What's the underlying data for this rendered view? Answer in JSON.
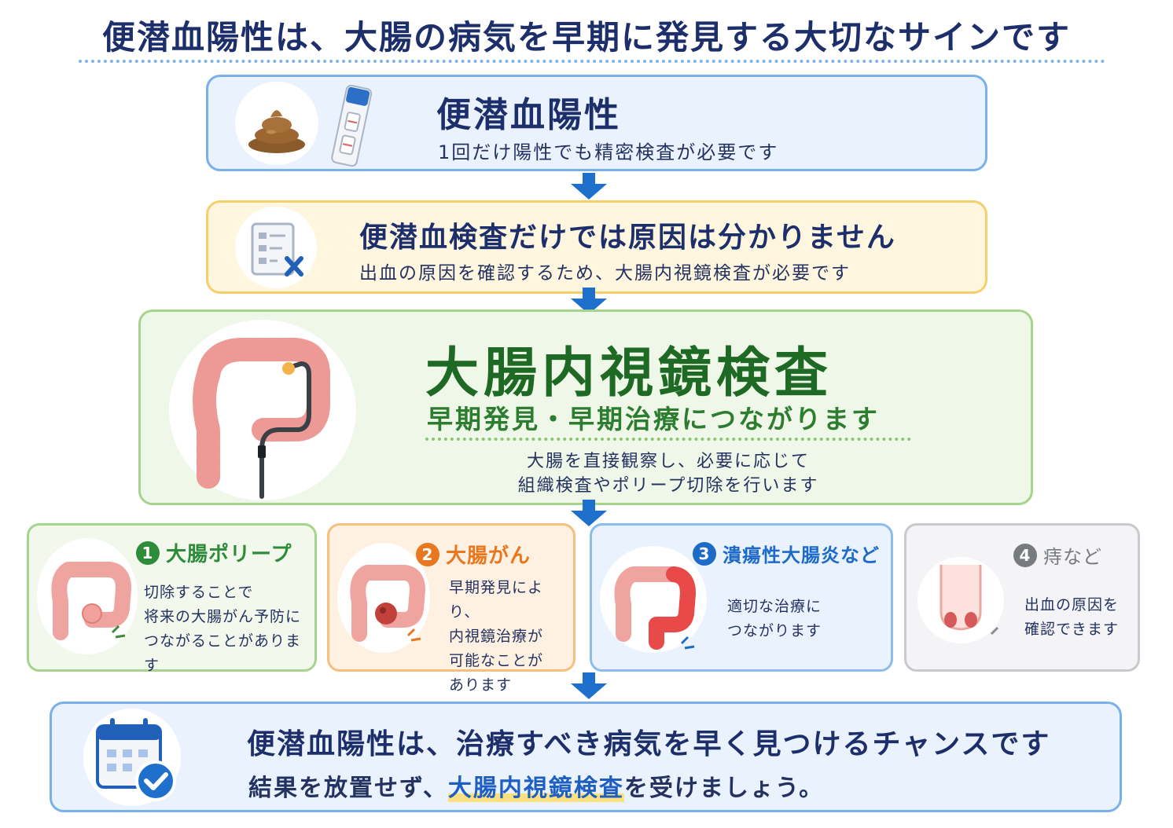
{
  "title": "便潜血陽性は、大腸の病気を早期に発見する大切なサインです",
  "step1": {
    "heading": "便潜血陽性",
    "text": "1回だけ陽性でも精密検査が必要です"
  },
  "step2": {
    "heading": "便潜血検査だけでは原因は分かりません",
    "text": "出血の原因を確認するため、大腸内視鏡検査が必要です"
  },
  "step3": {
    "heading": "大腸内視鏡検査",
    "subheading": "早期発見・早期治療につながります",
    "text_line1": "大腸を直接観察し、必要に応じて",
    "text_line2": "組織検査やポリープ切除を行います"
  },
  "outcomes": [
    {
      "number": "1",
      "title": "大腸ポリープ",
      "color": "#2e8b3a",
      "lines": [
        "切除することで",
        "将来の大腸がん予防に",
        "つながることがあります"
      ]
    },
    {
      "number": "2",
      "title": "大腸がん",
      "color": "#e8771f",
      "lines": [
        "早期発見により、",
        "内視鏡治療が",
        "可能なことが",
        "あります"
      ]
    },
    {
      "number": "3",
      "title": "潰瘍性大腸炎など",
      "color": "#1e6ac8",
      "lines": [
        "適切な治療に",
        "つながります"
      ]
    },
    {
      "number": "4",
      "title": "痔など",
      "color": "#777b80",
      "lines": [
        "出血の原因を",
        "確認できます"
      ]
    }
  ],
  "conclusion": {
    "line1": "便潜血陽性は、治療すべき病気を早く見つけるチャンスです",
    "line2_before": "結果を放置せず、",
    "line2_highlight": "大腸内視鏡検査",
    "line2_after": "を受けましょう。"
  },
  "icons": [
    "stool-icon",
    "test-kit-icon",
    "report-x-icon",
    "colon-endoscope-icon",
    "colon-polyp-icon",
    "colon-cancer-icon",
    "colon-inflamed-icon",
    "hemorrhoid-icon",
    "calendar-check-icon"
  ],
  "colors": {
    "navy": "#1d2f6a",
    "blue": "#1f6fcc",
    "green": "#1e6a25",
    "orange": "#e8771f",
    "highlight": "#fbe07f"
  }
}
